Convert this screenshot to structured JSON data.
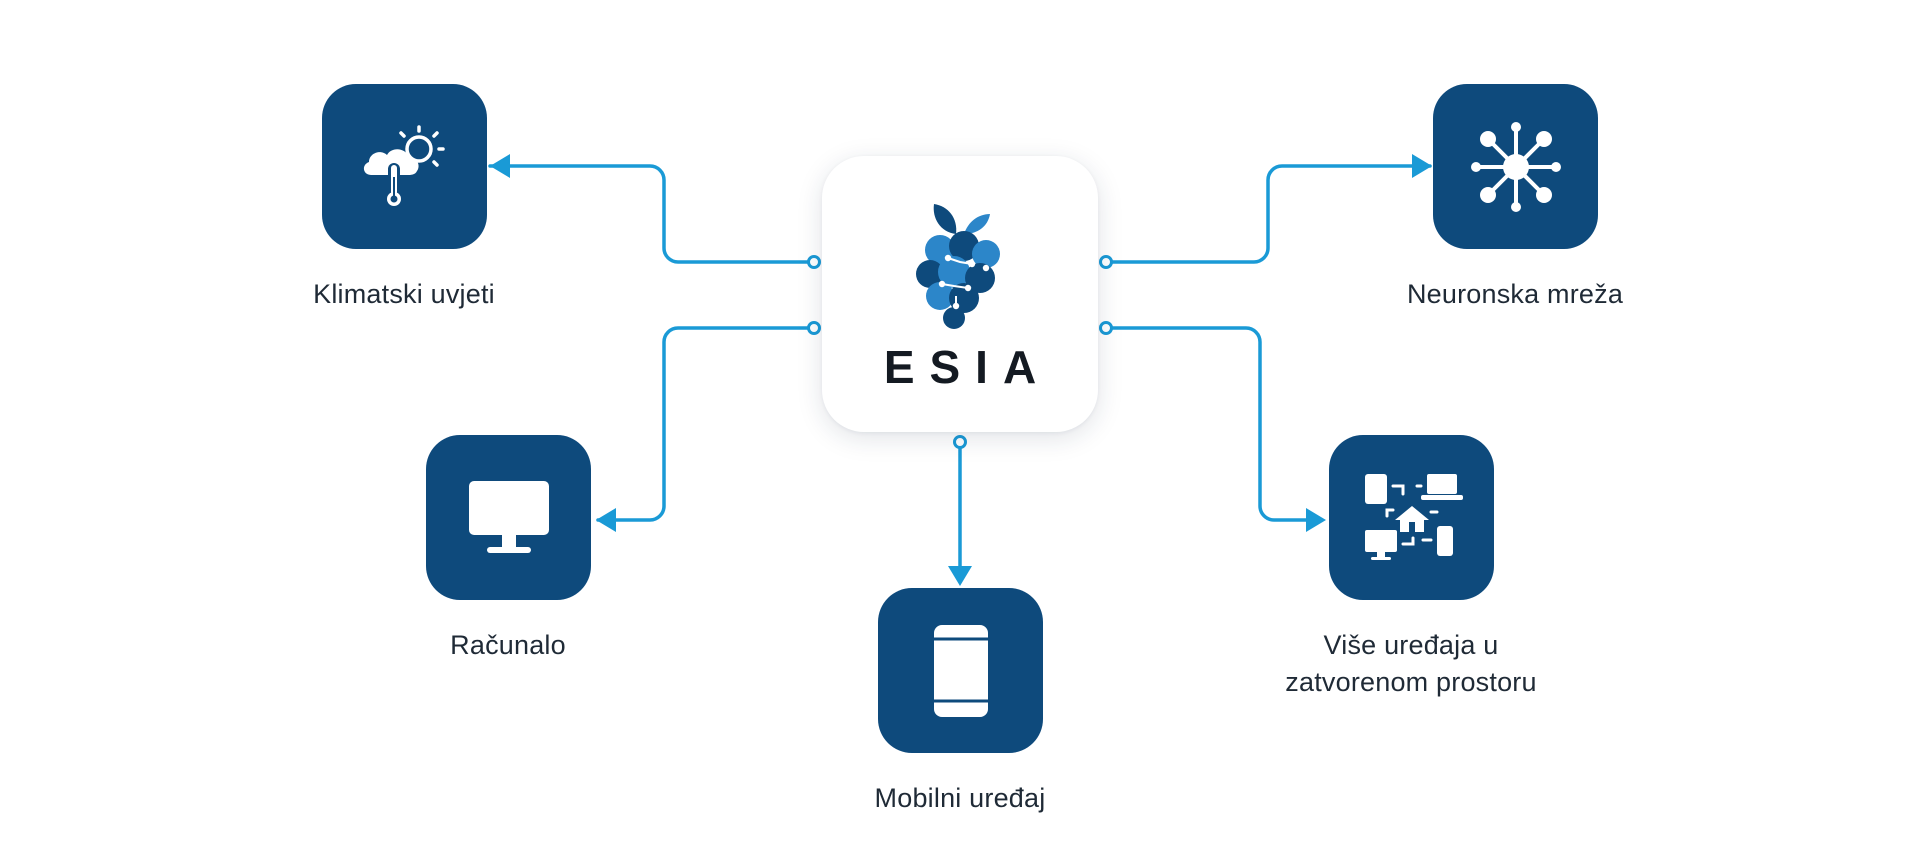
{
  "hub": {
    "title": "ESIA",
    "logo_icon": "berry-logo-icon"
  },
  "nodes": {
    "climate": {
      "label": "Klimatski uvjeti",
      "icon": "weather-thermometer-icon"
    },
    "neural": {
      "label": "Neuronska mreža",
      "icon": "neural-network-icon"
    },
    "computer": {
      "label": "Računalo",
      "icon": "monitor-icon"
    },
    "mobile": {
      "label": "Mobilni uređaj",
      "icon": "smartphone-icon"
    },
    "indoor": {
      "label_line1": "Više uređaja u",
      "label_line2": "zatvorenom prostoru",
      "icon": "smart-home-devices-icon"
    }
  },
  "colors": {
    "node_fill": "#0e4a7c",
    "connector": "#1a9ad6",
    "label_text": "#1f2a36",
    "hub_background": "#ffffff",
    "logo_dark": "#0e4a7c",
    "logo_light": "#2c86c9"
  }
}
